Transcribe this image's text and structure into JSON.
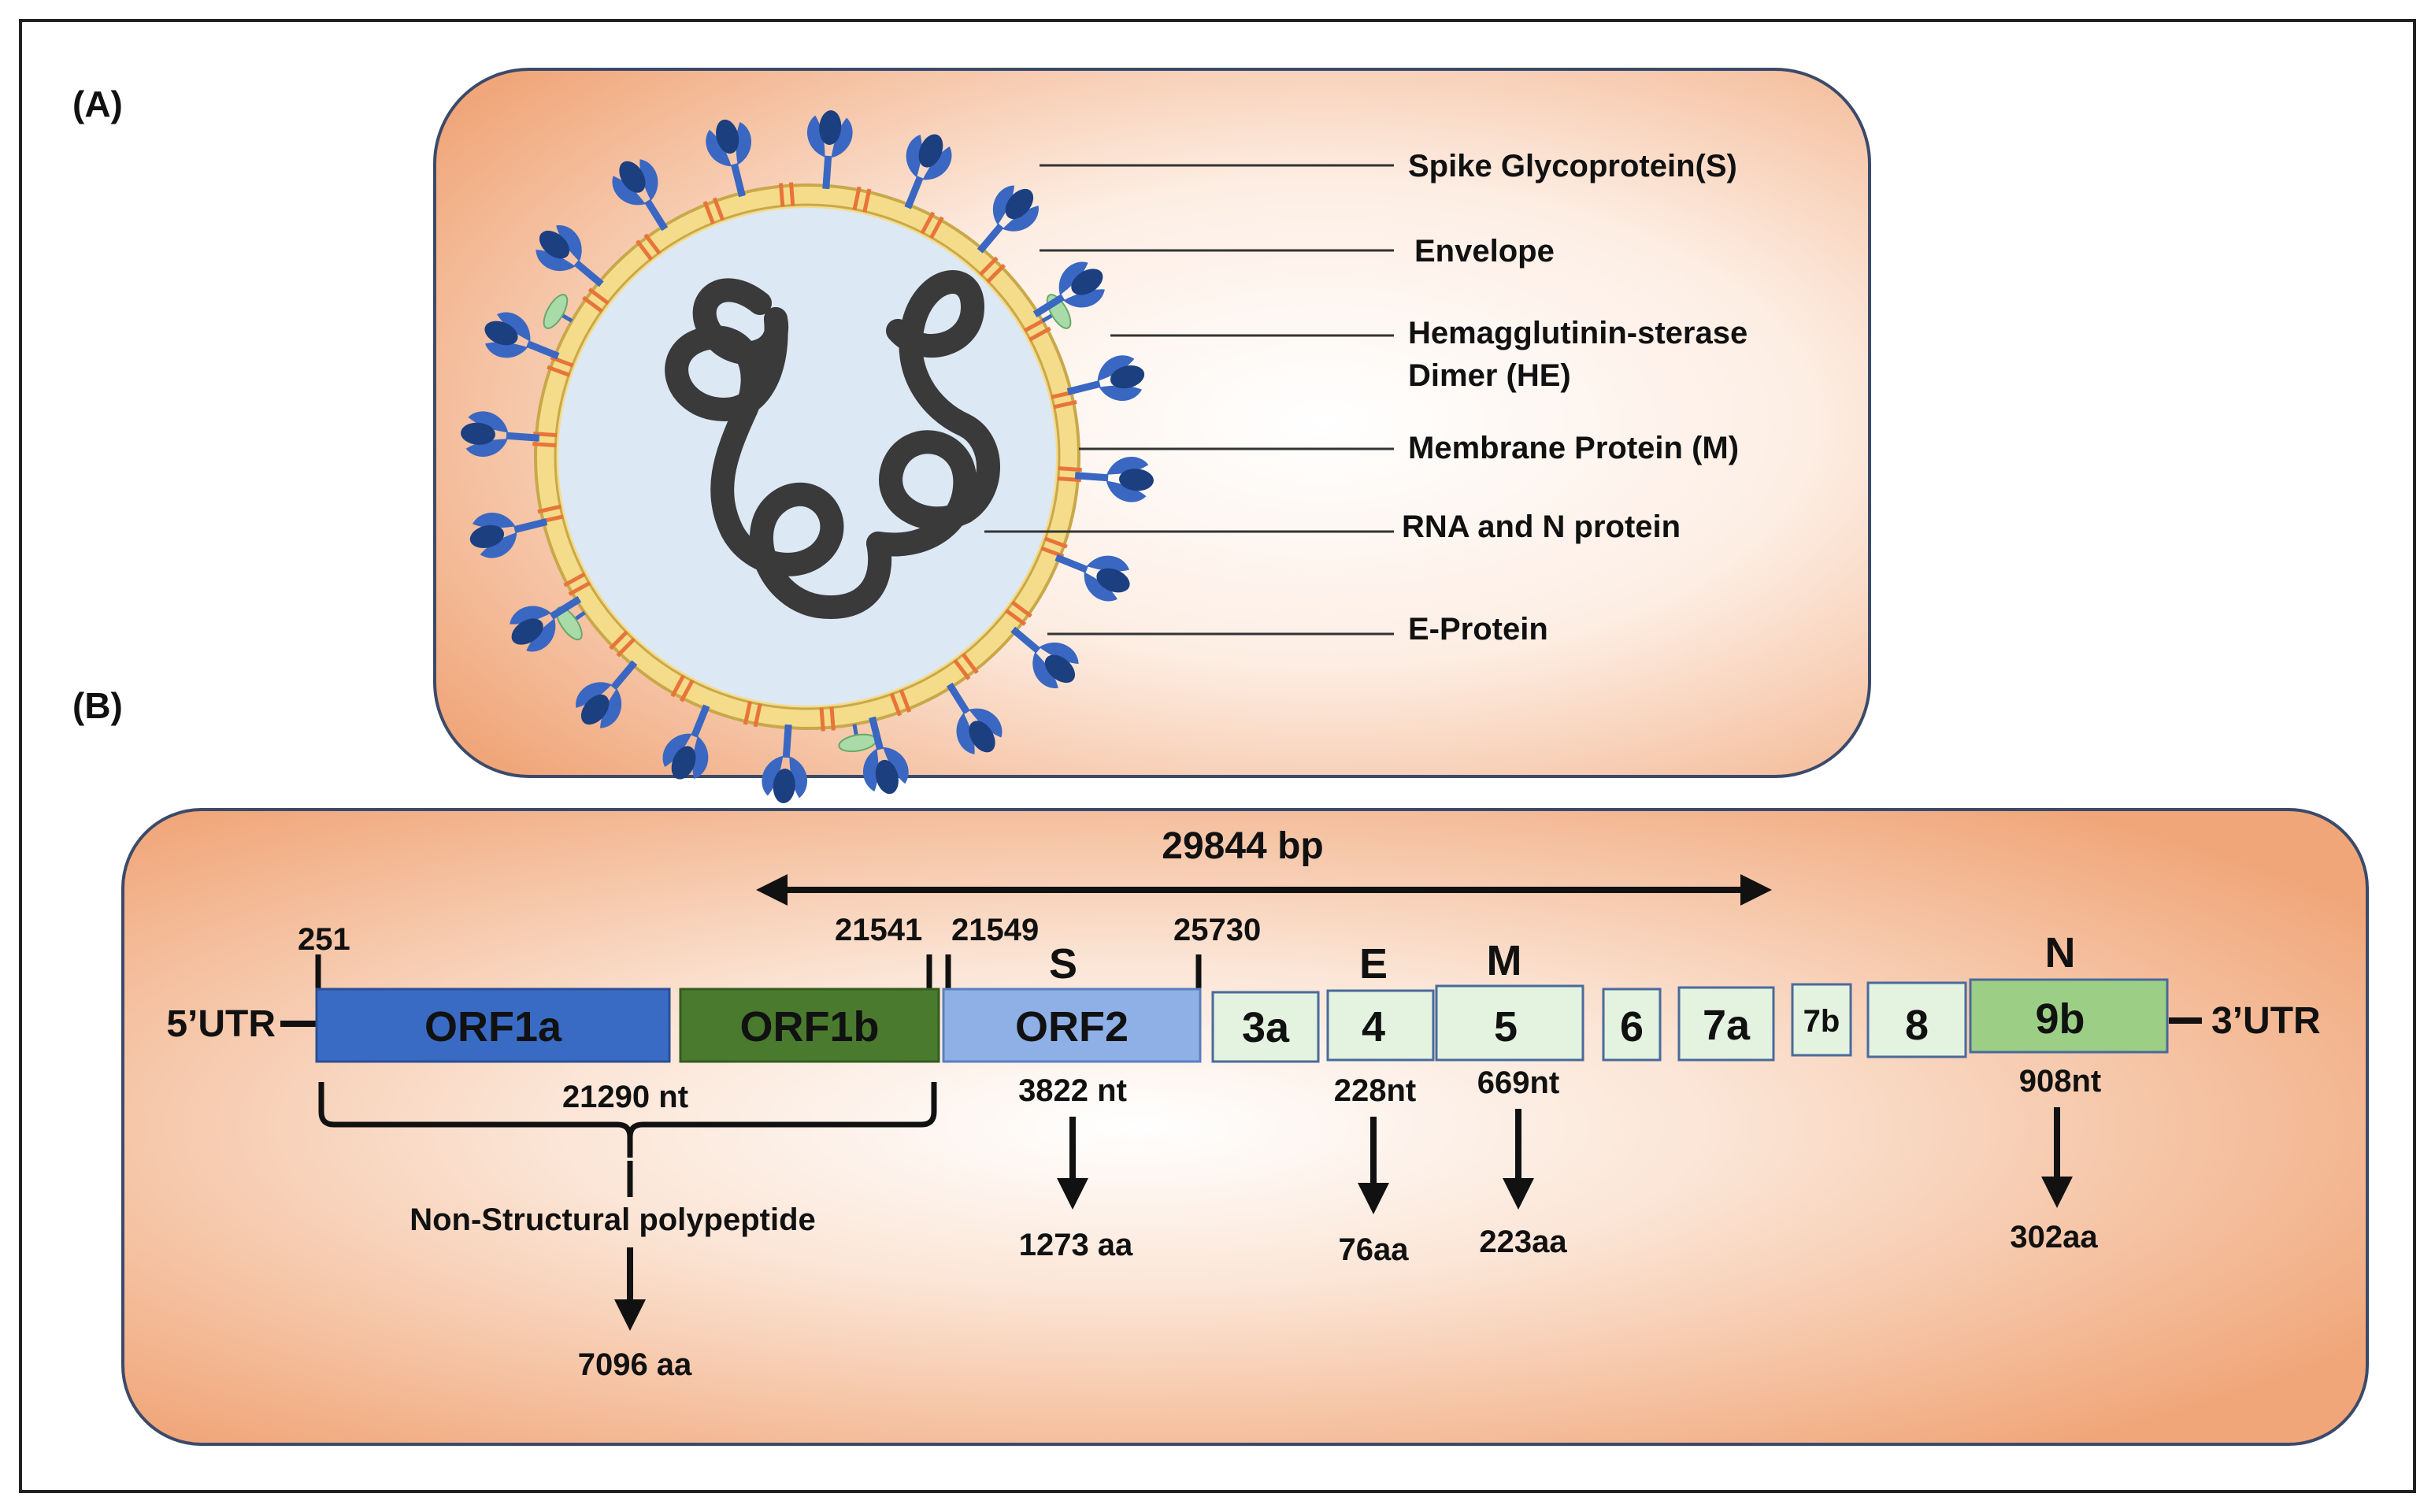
{
  "panel_a": {
    "label": "(A)",
    "callouts": [
      {
        "id": "spike",
        "lines": [
          "Spike Glycoprotein(S)"
        ]
      },
      {
        "id": "envelope",
        "lines": [
          "Envelope"
        ]
      },
      {
        "id": "he",
        "lines": [
          "Hemagglutinin-sterase",
          "Dimer (HE)"
        ]
      },
      {
        "id": "membrane",
        "lines": [
          "Membrane Protein (M)"
        ]
      },
      {
        "id": "rna",
        "lines": [
          "RNA and N protein"
        ]
      },
      {
        "id": "eprotein",
        "lines": [
          "E-Protein"
        ]
      }
    ],
    "colors": {
      "spike": "#3a67c2",
      "spike_dark": "#1c3f80",
      "envelope": "#f5dc8a",
      "membrane": "#e8743a",
      "he": "#a8dba8",
      "core": "#dce8f4",
      "rna": "#3a3a3a"
    }
  },
  "panel_b": {
    "label": "(B)",
    "genome_length": "29844 bp",
    "utr5": "5’UTR",
    "utr3": "3’UTR",
    "positions": [
      "251",
      "21541",
      "21549",
      "25730"
    ],
    "genes": [
      {
        "id": "orf1a",
        "label": "ORF1a",
        "top": "",
        "fill": "#3a6bc4",
        "text_color": "#111111"
      },
      {
        "id": "orf1b",
        "label": "ORF1b",
        "top": "",
        "fill": "#4a7a2e",
        "text_color": "#111111"
      },
      {
        "id": "orf2",
        "label": "ORF2",
        "top": "S",
        "fill": "#8fb0e6",
        "text_color": "#111111"
      },
      {
        "id": "g3a",
        "label": "3a",
        "top": "",
        "fill": "#e3f3e0",
        "text_color": "#111111"
      },
      {
        "id": "g4",
        "label": "4",
        "top": "E",
        "fill": "#e3f3e0",
        "text_color": "#111111"
      },
      {
        "id": "g5",
        "label": "5",
        "top": "M",
        "fill": "#e3f3e0",
        "text_color": "#111111"
      },
      {
        "id": "g6",
        "label": "6",
        "top": "",
        "fill": "#e3f3e0",
        "text_color": "#111111"
      },
      {
        "id": "g7a",
        "label": "7a",
        "top": "",
        "fill": "#e3f3e0",
        "text_color": "#111111"
      },
      {
        "id": "g7b",
        "label": "7b",
        "top": "",
        "fill": "#e3f3e0",
        "text_color": "#111111"
      },
      {
        "id": "g8",
        "label": "8",
        "top": "",
        "fill": "#e3f3e0",
        "text_color": "#111111"
      },
      {
        "id": "g9b",
        "label": "9b",
        "top": "N",
        "fill": "#9ccf85",
        "text_color": "#111111"
      }
    ],
    "nsp": {
      "nt": "21290 nt",
      "name": "Non-Structural polypeptide",
      "aa": "7096 aa"
    },
    "products": [
      {
        "id": "s",
        "nt": "3822 nt",
        "aa": "1273 aa"
      },
      {
        "id": "e",
        "nt": "228nt",
        "aa": "76aa"
      },
      {
        "id": "m",
        "nt": "669nt",
        "aa": "223aa"
      },
      {
        "id": "n",
        "nt": "908nt",
        "aa": "302aa"
      }
    ]
  }
}
